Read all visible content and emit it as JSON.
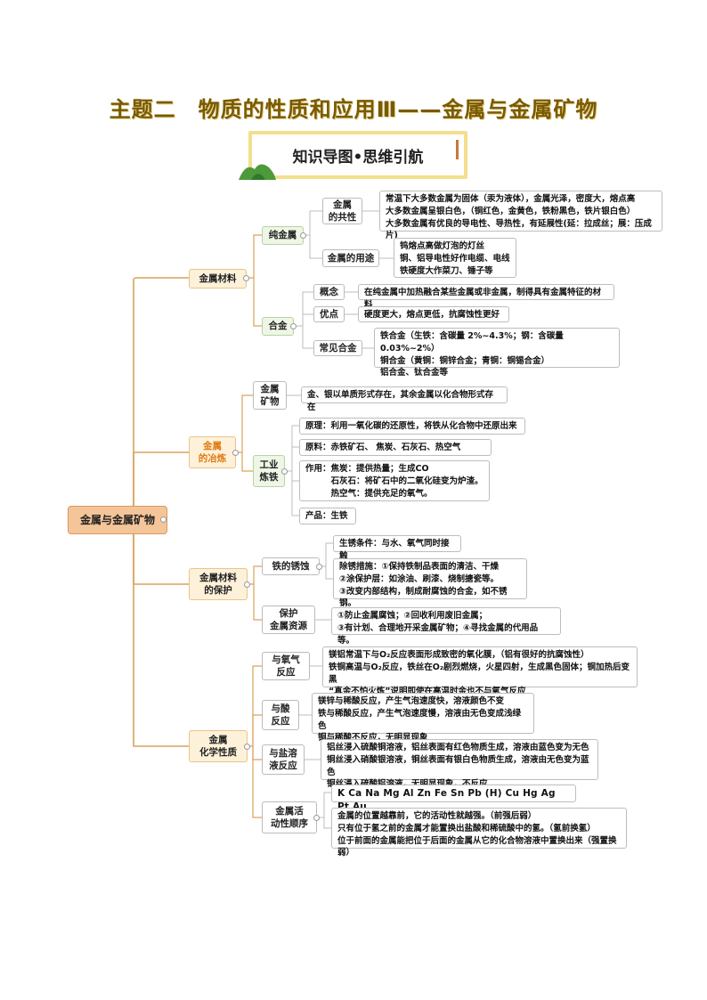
{
  "title": "主题二　物质的性质和应用Ⅲ——金属与金属矿物",
  "banner": "知识导图•思维引航",
  "root": "金属与金属矿物",
  "b1": {
    "label": "金属材料",
    "pure": "纯金属",
    "common": "金属\n的共性",
    "common_text": "常温下大多数金属为固体（汞为液体），金属光泽，密度大，熔点高\n大多数金属呈银白色，（铜红色，金黄色，铁粉黑色，铁片银白色）\n大多数金属有优良的导电性、导热性，有延展性(延：拉成丝；展：压成片)",
    "use": "金属的用途",
    "use_text": "钨熔点高做灯泡的灯丝\n铜、铝导电性好作电缆、电线\n铁硬度大作菜刀、锤子等",
    "alloy": "合金",
    "concept": "概念",
    "concept_text": "在纯金属中加热融合某些金属或非金属，制得具有金属特征的材料",
    "merit": "优点",
    "merit_text": "硬度更大，熔点更低，抗腐蚀性更好",
    "common_alloy": "常见合金",
    "common_alloy_text": "铁合金（生铁：含碳量 2%~4.3%；钢：含碳量0.03%~2%）\n铜合金（黄铜：铜锌合金；青铜：铜锡合金）\n铝合金、钛合金等"
  },
  "b2": {
    "label": "金属\n的冶炼",
    "ore": "金属\n矿物",
    "ore_text": "金、银以单质形式存在，其余金属以化合物形式存在",
    "iron": "工业\n炼铁",
    "principle": "原理：利用一氧化碳的还原性，将铁从化合物中还原出来",
    "material": "原料：赤铁矿石、 焦炭、石灰石、热空气",
    "role": "作用：焦炭：提供热量；生成CO\n　　　石灰石：将矿石中的二氧化硅变为炉渣。\n　　　热空气：提供充足的氧气。",
    "product": "产品：生铁"
  },
  "b3": {
    "label": "金属材料\n的保护",
    "rust": "铁的锈蚀",
    "rust_cond": "生锈条件：与水、氧气同时接触",
    "rust_measure": "除锈措施：①保持铁制品表面的清洁、干燥\n②涂保护层：如涂油、刷漆、烧制搪瓷等。\n③改变内部结构，制成耐腐蚀的合金，如不锈钢。",
    "protect": "保护\n金属资源",
    "protect_text": "①防止金属腐蚀；②回收利用废旧金属；\n③有计划、合理地开采金属矿物；④寻找金属的代用品等。"
  },
  "b4": {
    "label": "金属\n化学性质",
    "oxygen": "与氧气\n反应",
    "oxygen_text": "镁铝常温下与O₂反应表面形成致密的氧化膜，（铝有很好的抗腐蚀性）\n铁铜高温与O₂反应，铁丝在O₂剧烈燃烧，火星四射，生成黑色固体；铜加热后变黑\n“真金不怕火炼”说明即使在高温时金也不与氧气反应",
    "acid": "与酸\n反应",
    "acid_text": "镁锌与稀酸反应，产生气泡速度快，溶液颜色不变\n铁与稀酸反应，产生气泡速度慢，溶液由无色变成浅绿色\n铜与稀酸不反应，无明显现象",
    "salt": "与盐溶\n液反应",
    "salt_text": "铝丝浸入硫酸铜溶液，铝丝表面有红色物质生成，溶液由蓝色变为无色\n铜丝浸入硝酸银溶液，铜丝表面有银白色物质生成，溶液由无色变为蓝色\n铜丝浸入硫酸铝溶液，无明显现象，不反应",
    "activity": "金属活\n动性顺序",
    "activity_series": "K  Ca  Na  Mg  Al  Zn  Fe  Sn  Pb  (H)  Cu  Hg  Ag  Pt  Au",
    "activity_text": "金属的位置越靠前，它的活动性就越强。（前强后弱）\n只有位于氢之前的金属才能置换出盐酸和稀硫酸中的氢。（氢前换氢）\n位于前面的金属能把位于后面的金属从它的化合物溶液中置换出来（强置换弱）"
  },
  "colors": {
    "line": "#d9a35e",
    "leafline": "#bdbdbd"
  }
}
